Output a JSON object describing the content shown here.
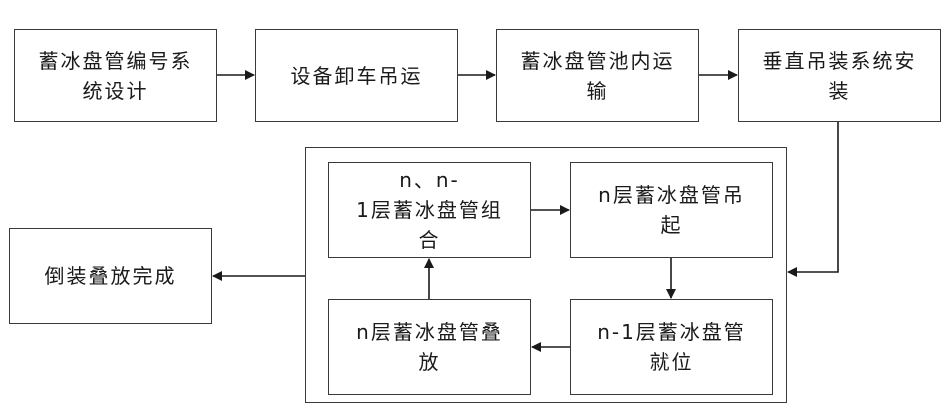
{
  "diagram": {
    "steps": {
      "coil_numbering": "蓄冰盘管编号系\n统设计",
      "unload_hoist": "设备卸车吊运",
      "pool_transport": "蓄冰盘管池内运\n输",
      "vertical_hoist_install": "垂直吊装系统安\n装",
      "combine_layers": "n、n-\n1层蓄冰盘管组\n合",
      "hoist_layer_n": "n层蓄冰盘管吊\n起",
      "stack_layer_n": "n层蓄冰盘管叠\n放",
      "position_layer_n1": "n-1层蓄冰盘管\n就位",
      "inverted_stack_complete": "倒装叠放完成"
    }
  }
}
